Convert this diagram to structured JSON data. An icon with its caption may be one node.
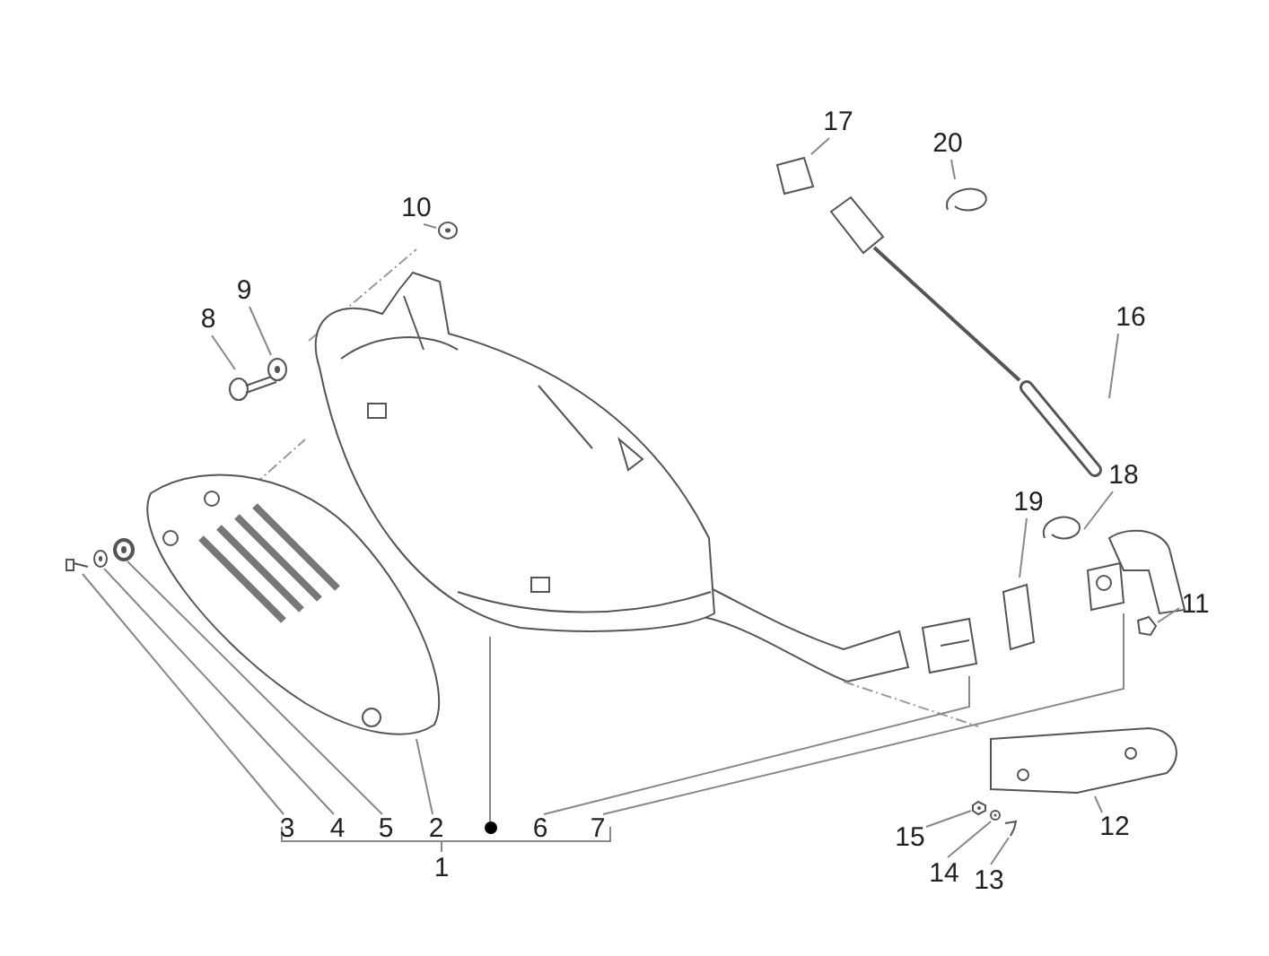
{
  "diagram": {
    "nodes": [
      {
        "text": [
          "1"
        ]
      },
      {
        "text": [
          "2"
        ]
      },
      {
        "text": [
          "3"
        ]
      },
      {
        "text": [
          "4"
        ]
      },
      {
        "text": [
          "5"
        ]
      },
      {
        "text": [
          "6"
        ]
      },
      {
        "text": [
          "7"
        ]
      },
      {
        "text": [
          "8"
        ]
      },
      {
        "text": [
          "9"
        ]
      },
      {
        "text": [
          "10"
        ]
      },
      {
        "text": [
          "11"
        ]
      },
      {
        "text": [
          "12"
        ]
      },
      {
        "text": [
          "13"
        ]
      },
      {
        "text": [
          "14"
        ]
      },
      {
        "text": [
          "15"
        ]
      },
      {
        "text": [
          "16"
        ]
      },
      {
        "text": [
          "17"
        ]
      },
      {
        "text": [
          "18"
        ]
      },
      {
        "text": [
          "19"
        ]
      },
      {
        "text": [
          "20"
        ]
      },
      {
        "text": [],
        "shape": "circle"
      },
      {
        "text": [],
        "shape": "picture"
      },
      {
        "text": [],
        "shape": "picture"
      },
      {
        "text": [],
        "shape": "picture"
      },
      {
        "text": [],
        "shape": "picture"
      },
      {
        "text": [],
        "shape": "picture"
      },
      {
        "text": [],
        "shape": "picture"
      },
      {
        "text": [],
        "shape": "picture"
      },
      {
        "text": [],
        "shape": "picture"
      },
      {
        "text": [],
        "shape": "picture"
      },
      {
        "text": [],
        "shape": "picture"
      },
      {
        "text": [],
        "shape": "picture"
      },
      {
        "text": [],
        "shape": "picture"
      },
      {
        "text": [],
        "shape": "picture"
      },
      {
        "text": [],
        "shape": "picture"
      },
      {
        "text": [],
        "shape": "picture"
      },
      {
        "text": [],
        "shape": "picture"
      },
      {
        "text": [],
        "shape": "picture"
      },
      {
        "text": [],
        "shape": "picture"
      },
      {
        "text": [],
        "shape": "picture"
      },
      {
        "text": [],
        "shape": "picture"
      }
    ],
    "edges": [
      {
        "from": 1,
        "to": 22,
        "arrow": "none"
      },
      {
        "from": 2,
        "to": 23,
        "arrow": "none"
      },
      {
        "from": 3,
        "to": 24,
        "arrow": "none"
      },
      {
        "from": 4,
        "to": 25,
        "arrow": "none"
      },
      {
        "from": 5,
        "to": 26,
        "arrow": "none"
      },
      {
        "from": 6,
        "to": 27,
        "arrow": "none"
      },
      {
        "from": 7,
        "to": 28,
        "arrow": "none"
      },
      {
        "from": 8,
        "to": 29,
        "arrow": "none"
      },
      {
        "from": 9,
        "to": 30,
        "arrow": "none"
      },
      {
        "from": 10,
        "to": 31,
        "arrow": "none"
      },
      {
        "from": 11,
        "to": 32,
        "arrow": "none"
      },
      {
        "from": 12,
        "to": 33,
        "arrow": "none"
      },
      {
        "from": 13,
        "to": 34,
        "arrow": "none"
      },
      {
        "from": 14,
        "to": 35,
        "arrow": "none"
      },
      {
        "from": 15,
        "to": 36,
        "arrow": "none"
      },
      {
        "from": 16,
        "to": 37,
        "arrow": "none"
      },
      {
        "from": 17,
        "to": 38,
        "arrow": "none"
      },
      {
        "from": 18,
        "to": 39,
        "arrow": "none"
      },
      {
        "from": 19,
        "to": 40,
        "arrow": "none"
      },
      {
        "from": 20,
        "to": 21,
        "arrow": "none"
      }
    ]
  }
}
